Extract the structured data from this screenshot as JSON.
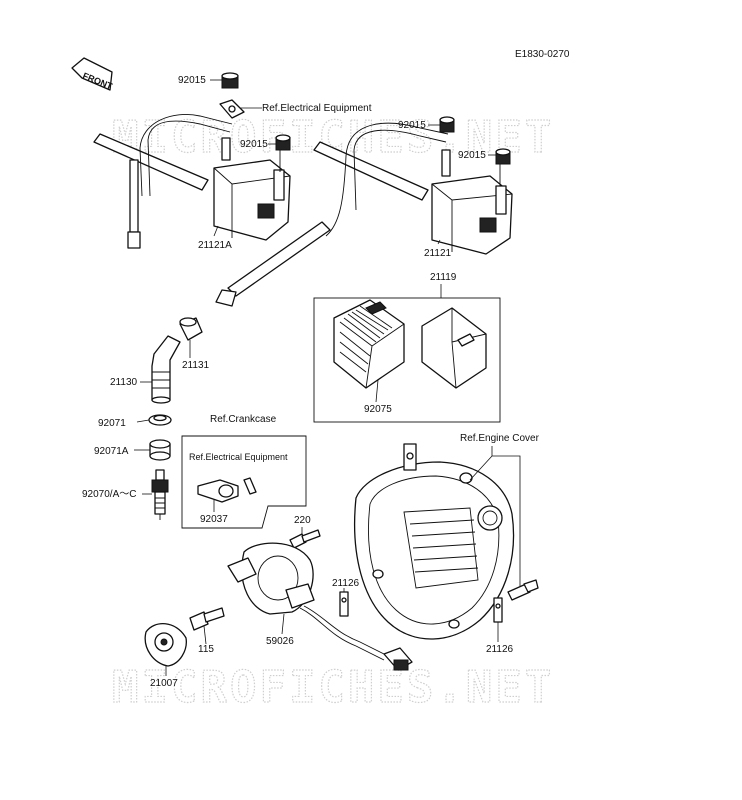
{
  "diagram_code": "E1830-0270",
  "front_label": "FRONT",
  "watermarks": [
    "MICROFICHES.NET",
    "MICROFICHES.NET"
  ],
  "references": {
    "electrical_equipment_top": "Ref.Electrical Equipment",
    "crankcase": "Ref.Crankcase",
    "electrical_equipment_box": "Ref.Electrical Equipment",
    "engine_cover": "Ref.Engine Cover"
  },
  "parts": {
    "nut_left_top": "92015",
    "nut_left_coil": "92015",
    "nut_right_top": "92015",
    "nut_right_coil": "92015",
    "coil_left": "21121A",
    "coil_right": "21121",
    "igniter_assembly": "21119",
    "igniter_unit": "92075",
    "plug_cap": "21130",
    "plug_cap_seal": "21131",
    "seal_92071": "92071",
    "seal_92071a": "92071A",
    "spark_plug": "92070/A～C",
    "clamp": "92037",
    "bolt_220": "220",
    "bracket_left": "21126",
    "bracket_right": "21126",
    "pickup_coil": "59026",
    "bolt_115": "115",
    "rotor": "21007"
  }
}
